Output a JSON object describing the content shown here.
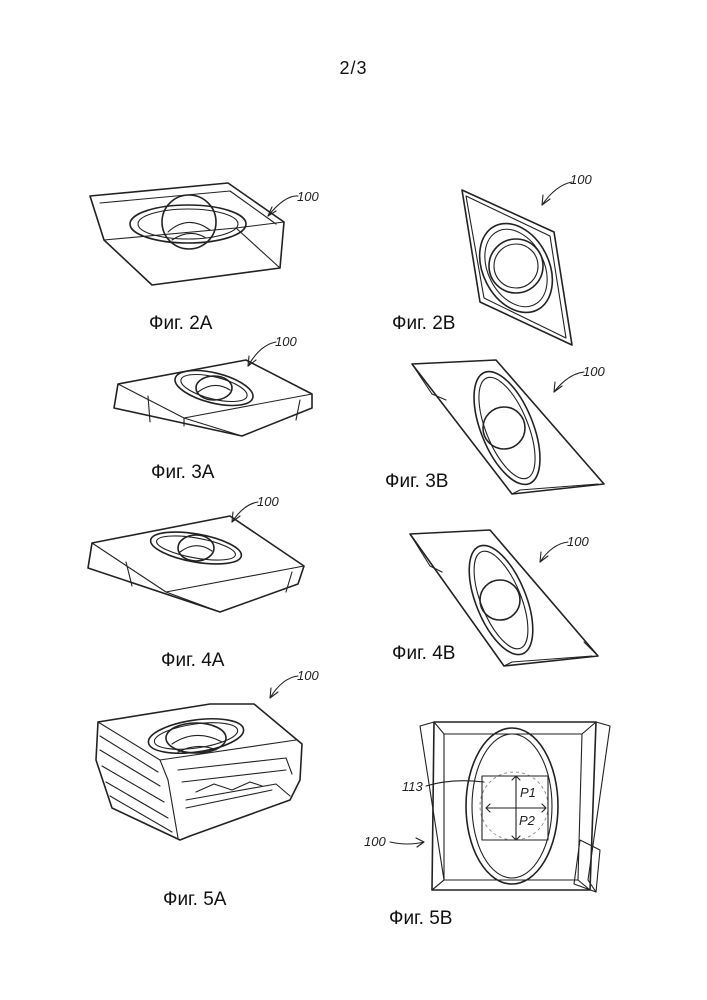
{
  "page": {
    "number": "2/3"
  },
  "figures": [
    {
      "id": "2A",
      "label": "Фиг. 2А",
      "ref": "100"
    },
    {
      "id": "2B",
      "label": "Фиг. 2В",
      "ref": "100"
    },
    {
      "id": "3A",
      "label": "Фиг. 3А",
      "ref": "100"
    },
    {
      "id": "3B",
      "label": "Фиг. 3В",
      "ref": "100"
    },
    {
      "id": "4A",
      "label": "Фиг. 4А",
      "ref": "100"
    },
    {
      "id": "4B",
      "label": "Фиг. 4В",
      "ref": "100"
    },
    {
      "id": "5A",
      "label": "Фиг. 5А",
      "ref": "100"
    },
    {
      "id": "5B",
      "label": "Фиг. 5В",
      "ref": "100",
      "callouts": {
        "hole": "113",
        "dim1": "P1",
        "dim2": "P2"
      }
    }
  ]
}
